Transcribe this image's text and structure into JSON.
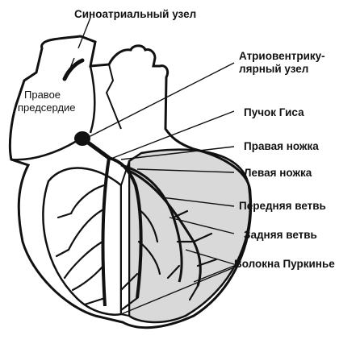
{
  "diagram": {
    "chamber_label": [
      "Правое",
      "предсердие"
    ],
    "labels": {
      "sa_node": "Синоатриальный узел",
      "av_node": [
        "Атриовентрику-",
        "лярный  узел"
      ],
      "his_bundle": "Пучок Гиса",
      "right_branch": "Правая ножка",
      "left_branch": "Левая ножка",
      "anterior_branch": "Передняя ветвь",
      "posterior_branch": "Задняя ветвь",
      "purkinje_fibers": "Волокна Пуркинье"
    },
    "colors": {
      "outline": "#111111",
      "ventricle_fill": "#d9d9d9",
      "background": "#ffffff"
    }
  }
}
